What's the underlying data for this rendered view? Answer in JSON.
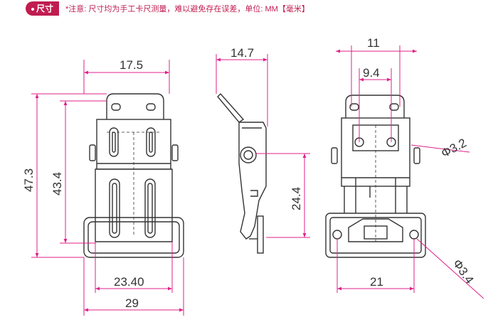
{
  "header": {
    "badge_label": "尺寸",
    "note": "*注意: 尺寸均为手工卡尺测量，难以避免存在误差，单位: MM【毫米】"
  },
  "dimensions": {
    "front_top_width": "17.5",
    "front_total_height": "47.3",
    "front_inner_height": "43.4",
    "front_base_inner_width": "23.40",
    "front_base_width": "29",
    "side_width": "14.7",
    "side_height": "24.4",
    "back_top_width": "11",
    "back_hole_spacing": "9.4",
    "back_pin_diameter": "Φ3.2",
    "back_base_width": "21",
    "back_hole_diameter": "Φ3.4"
  },
  "colors": {
    "accent": "#c01c50",
    "dimension_line": "#e0208a",
    "part_outline": "#333333"
  }
}
